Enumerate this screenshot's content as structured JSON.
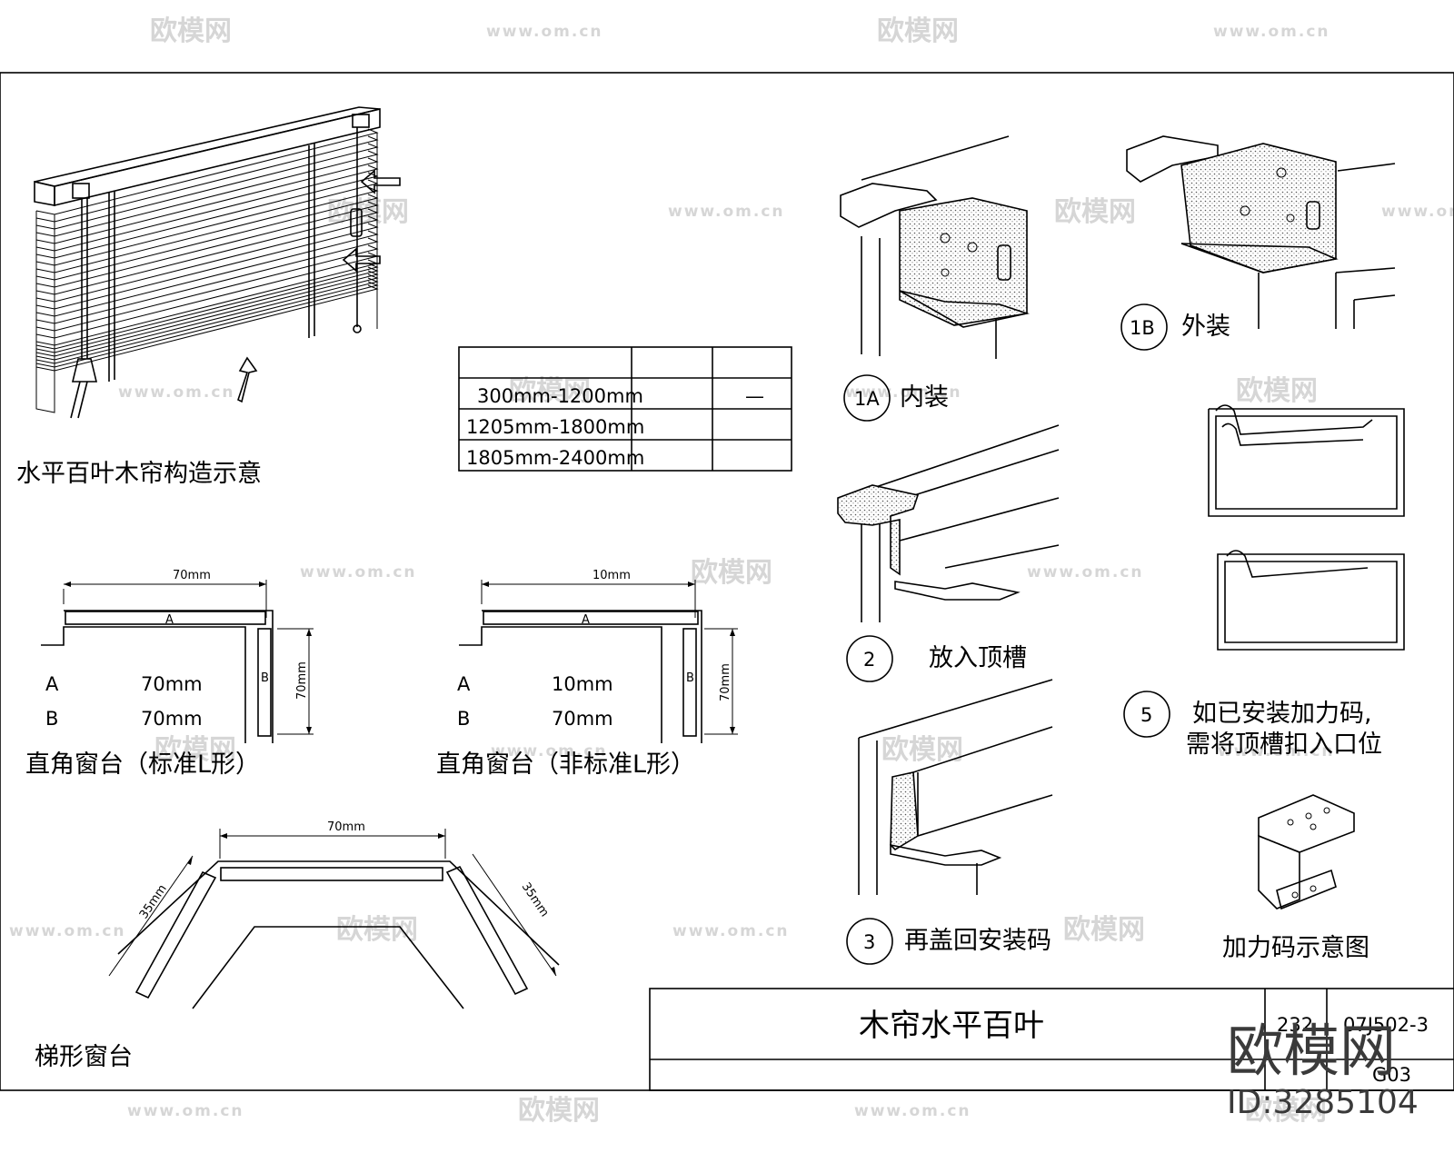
{
  "watermark": {
    "brand": "欧模网",
    "url": "www.om.cn",
    "id_text": "ID:3285104"
  },
  "left": {
    "blind_caption": "水平百叶木帘构造示意",
    "std_l": {
      "caption": "直角窗台（标准L形）",
      "top_dim": "70mm",
      "side_dim": "70mm",
      "tag_a": "A",
      "tag_b": "B",
      "rows": [
        {
          "key": "A",
          "value": "70mm"
        },
        {
          "key": "B",
          "value": "70mm"
        }
      ]
    },
    "nonstd_l": {
      "caption": "直角窗台（非标准L形）",
      "top_dim": "10mm",
      "side_dim": "70mm",
      "tag_a": "A",
      "tag_b": "B",
      "rows": [
        {
          "key": "A",
          "value": "10mm"
        },
        {
          "key": "B",
          "value": "70mm"
        }
      ]
    },
    "trap": {
      "caption": "梯形窗台",
      "top_dim": "70mm",
      "left_dim": "35mm",
      "right_dim": "35mm"
    }
  },
  "table": {
    "rows": [
      {
        "range": "300mm-1200mm",
        "c2": "",
        "c3": "—"
      },
      {
        "range": "1205mm-1800mm",
        "c2": "",
        "c3": ""
      },
      {
        "range": "1805mm-2400mm",
        "c2": "",
        "c3": ""
      }
    ]
  },
  "steps": {
    "s1a": {
      "num": "1A",
      "label": "内装"
    },
    "s1b": {
      "num": "1B",
      "label": "外装"
    },
    "s2": {
      "num": "2",
      "label": "放入顶槽"
    },
    "s3": {
      "num": "3",
      "label": "再盖回安装码"
    },
    "s5": {
      "num": "5",
      "line1": "如已安装加力码,",
      "line2": "需将顶槽扣入口位"
    },
    "bracket_caption": "加力码示意图"
  },
  "title_block": {
    "title": "木帘水平百叶",
    "code1": "232",
    "code2": "07J502-3",
    "code3": "G03"
  }
}
